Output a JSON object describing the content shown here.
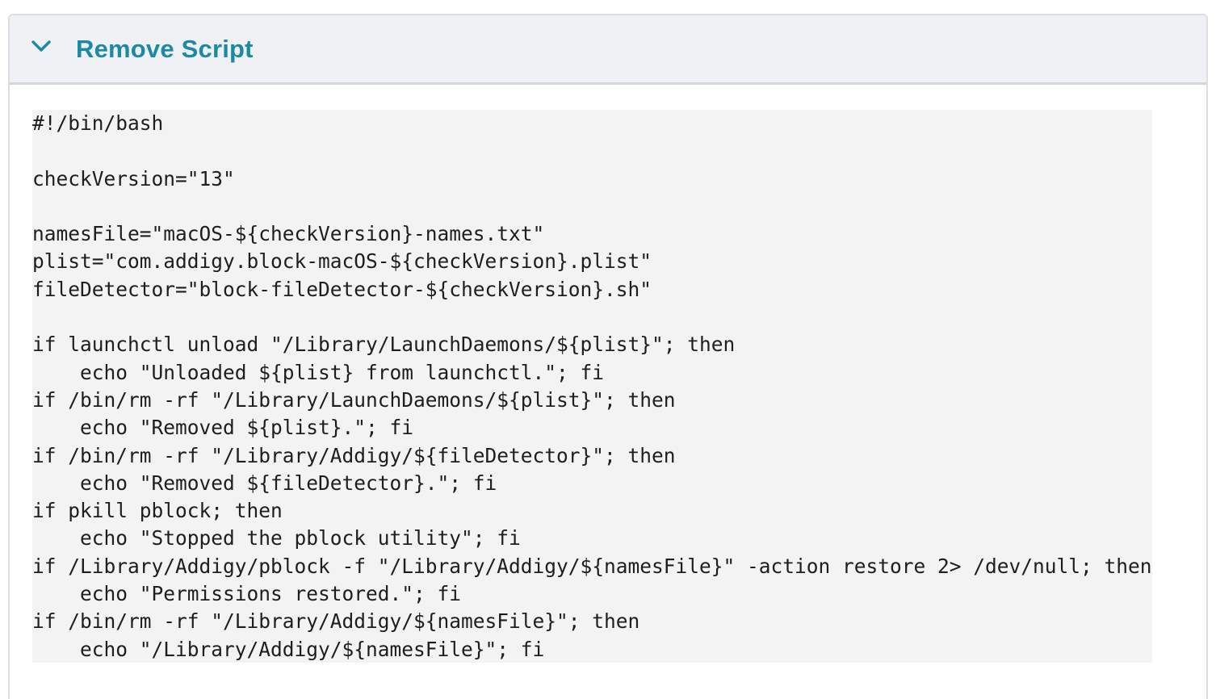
{
  "panel": {
    "title": "Remove Script",
    "toggle_icon": "chevron-down-icon",
    "accent_color": "#1a8aa5"
  },
  "code": {
    "lines": [
      "#!/bin/bash",
      "",
      "checkVersion=\"13\"",
      "",
      "namesFile=\"macOS-${checkVersion}-names.txt\"",
      "plist=\"com.addigy.block-macOS-${checkVersion}.plist\"",
      "fileDetector=\"block-fileDetector-${checkVersion}.sh\"",
      "",
      "if launchctl unload \"/Library/LaunchDaemons/${plist}\"; then",
      "    echo \"Unloaded ${plist} from launchctl.\"; fi",
      "if /bin/rm -rf \"/Library/LaunchDaemons/${plist}\"; then",
      "    echo \"Removed ${plist}.\"; fi",
      "if /bin/rm -rf \"/Library/Addigy/${fileDetector}\"; then",
      "    echo \"Removed ${fileDetector}.\"; fi",
      "if pkill pblock; then",
      "    echo \"Stopped the pblock utility\"; fi",
      "if /Library/Addigy/pblock -f \"/Library/Addigy/${namesFile}\" -action restore 2> /dev/null; then",
      "    echo \"Permissions restored.\"; fi",
      "if /bin/rm -rf \"/Library/Addigy/${namesFile}\"; then",
      "    echo \"/Library/Addigy/${namesFile}\"; fi"
    ]
  }
}
